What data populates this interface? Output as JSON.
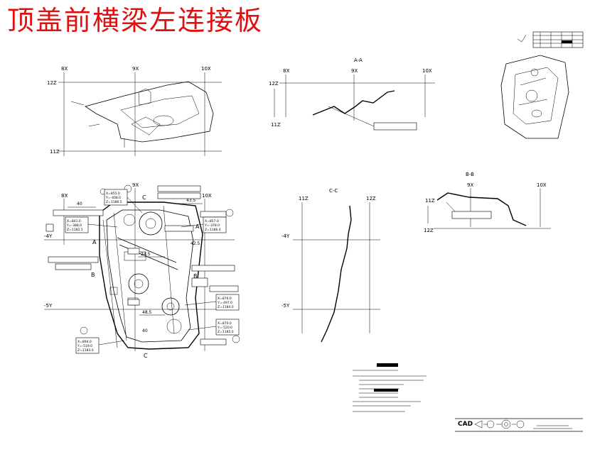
{
  "drawing": {
    "title": "顶盖前横梁左连接板",
    "section_labels": {
      "a": "A-A",
      "b": "B-B",
      "c": "C-C"
    },
    "view_marks": {
      "a": "A",
      "b": "B",
      "c": "C"
    },
    "grid": {
      "x8": "8X",
      "x9": "9X",
      "x10": "10X",
      "z11": "11Z",
      "z12": "12Z",
      "y4": "-4Y",
      "y5": "-5Y"
    },
    "dimensions": [
      "40",
      "43.5",
      "24.5",
      "42.5",
      "48.5",
      "40"
    ],
    "coordinate_boxes": [
      "X=855.0\nY=-408.0\nZ=1186.5",
      "X=841.0\nY=-388.0\nZ=1182.5",
      "X=857.0\nY=-378.0\nZ=1186.4",
      "X=876.0\nY=-497.0\nZ=1184.0",
      "X=870.0\nY=-520.0\nZ=1185.0",
      "X=894.0\nY=-519.0\nZ=1183.0"
    ],
    "cad_logo": "CAD",
    "icons": [
      "gdt-frame",
      "datum-target",
      "section-arrow",
      "projection-symbol"
    ]
  }
}
